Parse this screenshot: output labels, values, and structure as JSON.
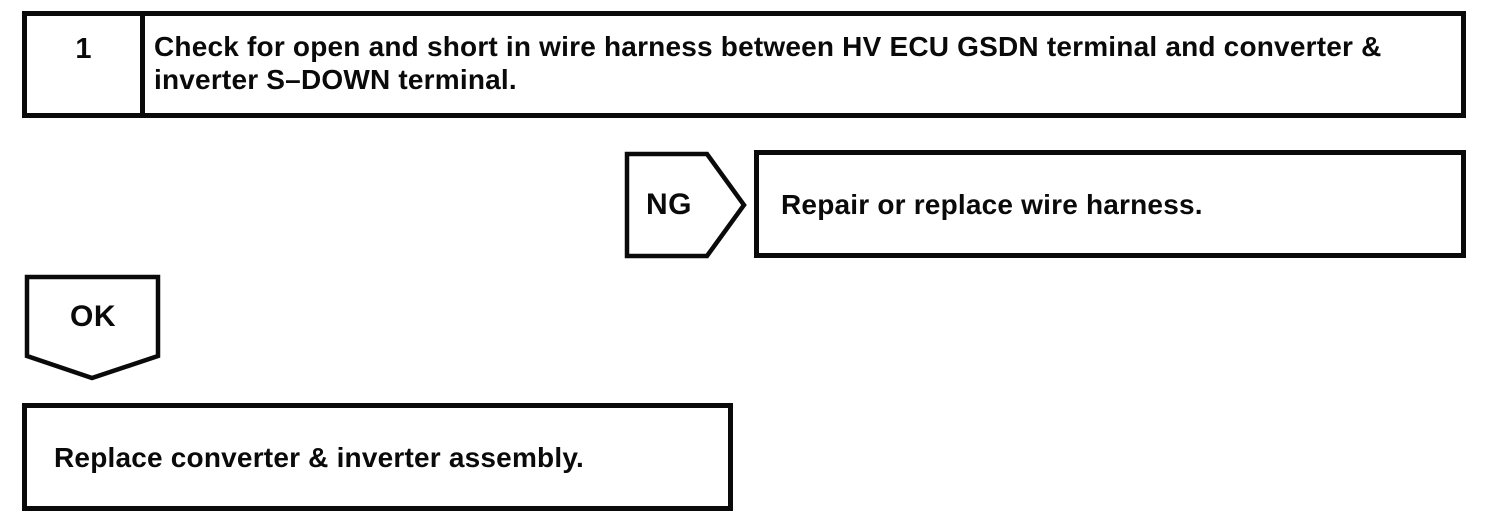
{
  "colors": {
    "ink": "#0a0a0a",
    "paper": "#ffffff"
  },
  "flowchart": {
    "step": {
      "number": "1",
      "instruction": "Check for open and short in wire harness between HV ECU GSDN terminal and converter & inverter S–DOWN terminal."
    },
    "ng_branch": {
      "label": "NG",
      "action": "Repair or replace wire harness."
    },
    "ok_branch": {
      "label": "OK",
      "action": "Replace converter & inverter assembly."
    }
  }
}
